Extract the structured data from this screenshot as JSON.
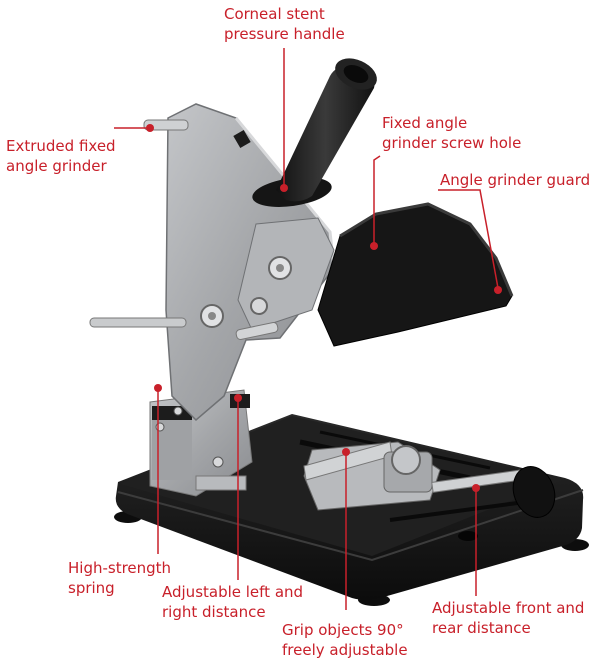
{
  "colors": {
    "label_text": "#c8202a",
    "leader_line": "#c8202a",
    "metal": "#a9abae",
    "base": "#141414",
    "guard": "#181818",
    "background": "#ffffff"
  },
  "labels": {
    "corneal_stent": {
      "line1": "Corneal stent",
      "line2": "pressure handle"
    },
    "extruded": {
      "line1": "Extruded fixed",
      "line2": "angle grinder"
    },
    "screw_hole": {
      "line1": "Fixed angle",
      "line2": "grinder screw hole"
    },
    "guard": {
      "line1": "Angle grinder guard"
    },
    "spring": {
      "line1": "High-strength",
      "line2": "spring"
    },
    "left_right": {
      "line1": "Adjustable left and",
      "line2": "right distance"
    },
    "grip": {
      "line1": "Grip objects 90°",
      "line2": "freely adjustable"
    },
    "front_rear": {
      "line1": "Adjustable front and",
      "line2": "rear distance"
    }
  }
}
